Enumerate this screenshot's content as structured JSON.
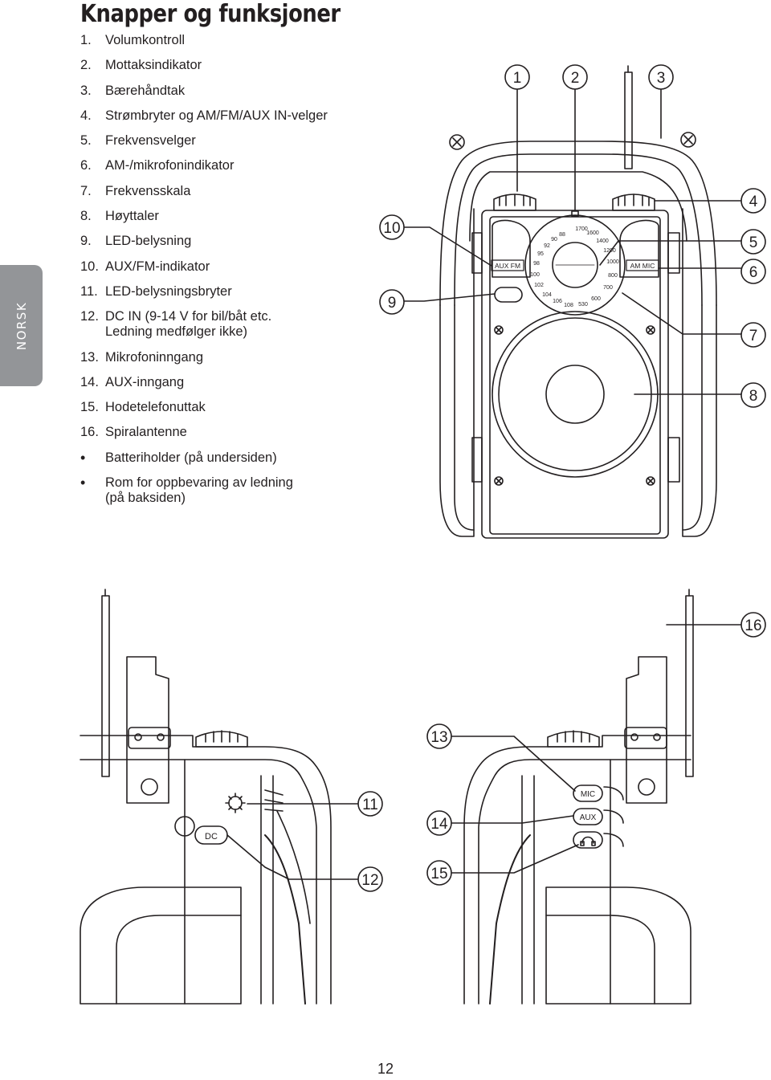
{
  "title": "Knapper og funksjoner",
  "side_tab": "NORSK",
  "items": [
    {
      "num": "1.",
      "text": "Volumkontroll"
    },
    {
      "num": "2.",
      "text": "Mottaksindikator"
    },
    {
      "num": "3.",
      "text": "Bærehåndtak"
    },
    {
      "num": "4.",
      "text": "Strømbryter og AM/FM/AUX IN-velger"
    },
    {
      "num": "5.",
      "text": "Frekvensvelger"
    },
    {
      "num": "6.",
      "text": "AM-/mikrofonindikator"
    },
    {
      "num": "7.",
      "text": "Frekvensskala"
    },
    {
      "num": "8.",
      "text": "Høyttaler"
    },
    {
      "num": "9.",
      "text": "LED-belysning"
    },
    {
      "num": "10.",
      "text": "AUX/FM-indikator"
    },
    {
      "num": "11.",
      "text": "LED-belysningsbryter"
    },
    {
      "num": "12.",
      "text": "DC IN (9-14 V for bil/båt etc.",
      "text2": "Ledning medfølger ikke)"
    },
    {
      "num": "13.",
      "text": "Mikrofoninngang"
    },
    {
      "num": "14.",
      "text": "AUX-inngang"
    },
    {
      "num": "15.",
      "text": "Hodetelefonuttak"
    },
    {
      "num": "16.",
      "text": "Spiralantenne"
    }
  ],
  "bullets": [
    {
      "num": "•",
      "text": "Batteriholder (på undersiden)"
    },
    {
      "num": "•",
      "text": "Rom for oppbevaring av ledning",
      "text2": "(på baksiden)"
    }
  ],
  "callouts": {
    "c1": "1",
    "c2": "2",
    "c3": "3",
    "c4": "4",
    "c5": "5",
    "c6": "6",
    "c7": "7",
    "c8": "8",
    "c9": "9",
    "c10": "10",
    "c11": "11",
    "c12": "12",
    "c13": "13",
    "c14": "14",
    "c15": "15",
    "c16": "16"
  },
  "panel_labels": {
    "aux_fm": "AUX  FM",
    "am_mic": "AM MIC",
    "dc": "DC",
    "mic": "MIC",
    "aux": "AUX"
  },
  "dial_fm": [
    "88",
    "90",
    "92",
    "95",
    "98",
    "100",
    "102",
    "104",
    "106",
    "108"
  ],
  "dial_am": [
    "1700",
    "1600",
    "1400",
    "1200",
    "1000",
    "800",
    "700",
    "600",
    "530"
  ],
  "page_number": "12"
}
